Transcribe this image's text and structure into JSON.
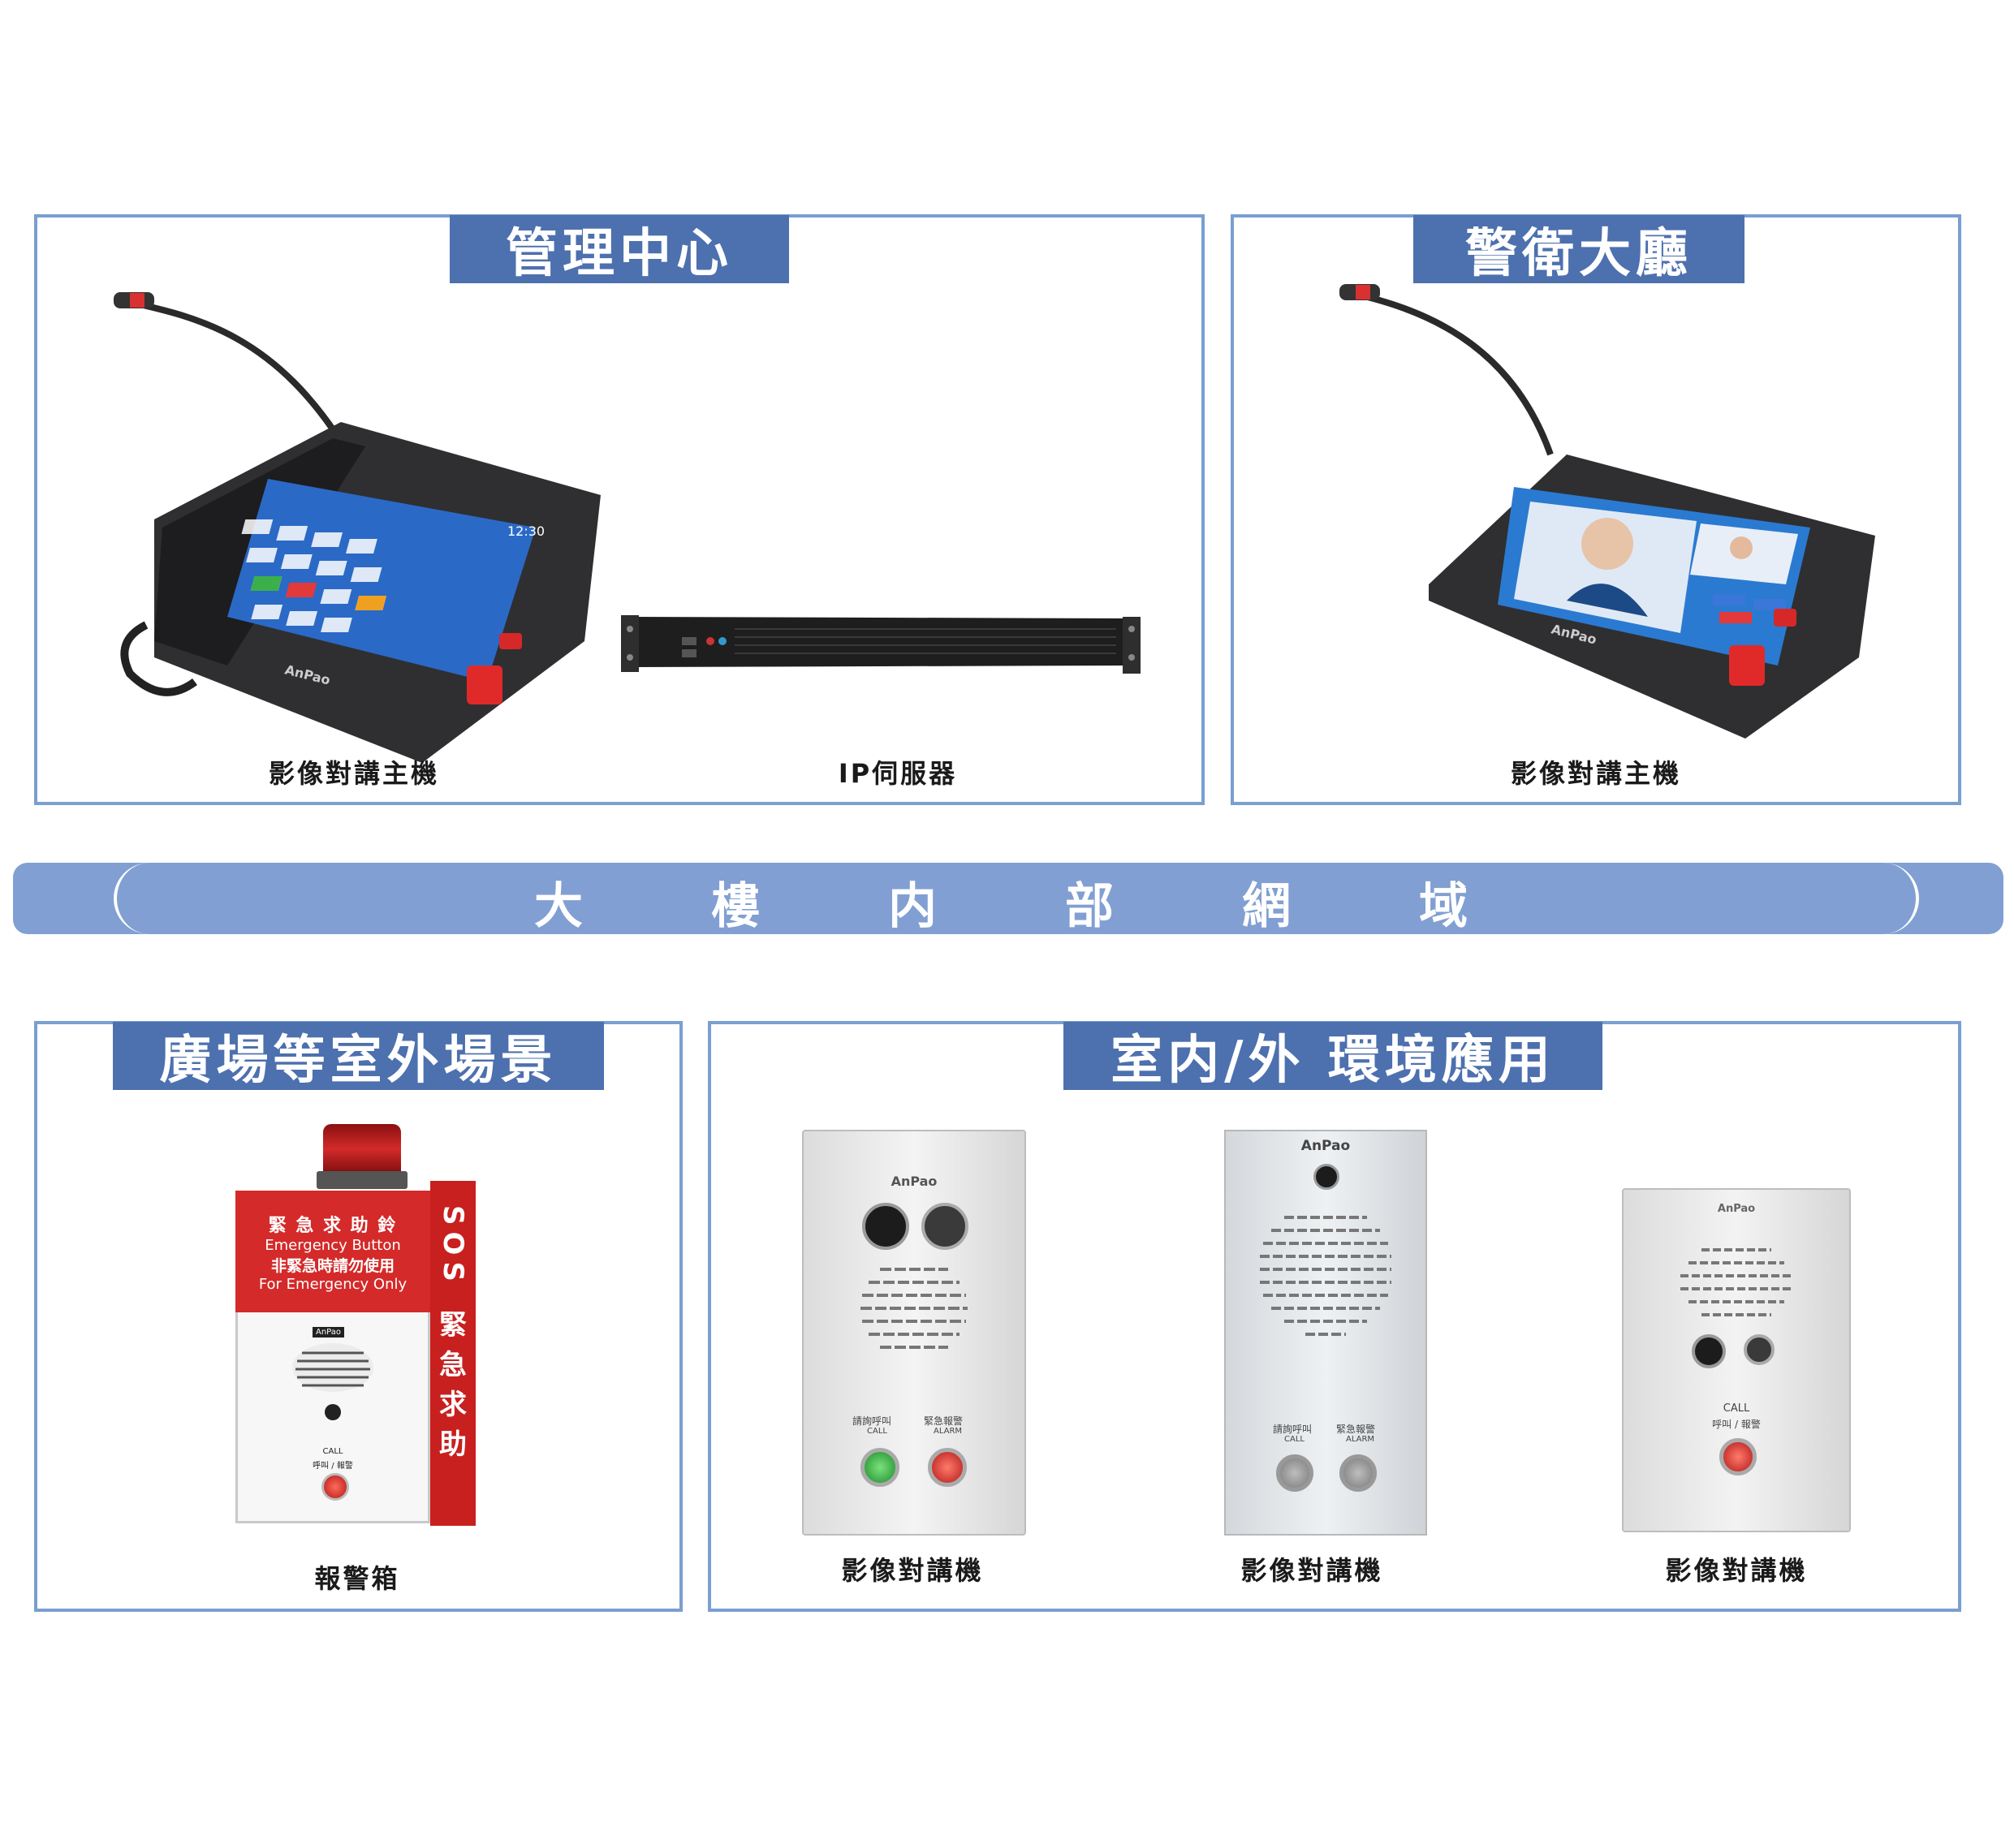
{
  "sections": {
    "management_center": {
      "title": "管理中心",
      "caption_host": "影像對講主機",
      "caption_server": "IP伺服器"
    },
    "guard_lobby": {
      "title": "警衛大廳",
      "caption_host": "影像對講主機"
    },
    "outdoor": {
      "title": "廣場等室外場景",
      "caption_alarm_box": "報警箱"
    },
    "indoor_outdoor": {
      "title": "室内/外 環境應用",
      "caption_unit1": "影像對講機",
      "caption_unit2": "影像對講機",
      "caption_unit3": "影像對講機"
    }
  },
  "network_banner": {
    "chars": [
      "大",
      "樓",
      "内",
      "部",
      "網",
      "域"
    ]
  },
  "alarm_box": {
    "line1": "緊 急 求 助 鈴",
    "line2": "Emergency Button",
    "line3": "非緊急時請勿使用",
    "line4": "For Emergency Only",
    "side_text_en": "SOS",
    "side_text_zh": [
      "緊",
      "急",
      "求",
      "助"
    ],
    "call_label": "CALL",
    "call_label_zh": "呼叫 / 報警",
    "brand": "AnPao"
  },
  "devices": {
    "brand": "AnPao",
    "host_clock": "12:30",
    "unit1": {
      "call_zh": "請詢呼叫",
      "call_en": "CALL",
      "alarm_zh": "緊急報警",
      "alarm_en": "ALARM"
    },
    "unit2": {
      "call_zh": "請詢呼叫",
      "call_en": "CALL",
      "alarm_zh": "緊急報警",
      "alarm_en": "ALARM"
    },
    "unit3": {
      "call_en": "CALL",
      "call_zh": "呼叫 / 報警"
    }
  },
  "colors": {
    "panel_border": "#7a9fd1",
    "tag_fill": "#4d70ae",
    "banner_fill": "#819fd2",
    "alarm_red": "#d42a2a"
  }
}
